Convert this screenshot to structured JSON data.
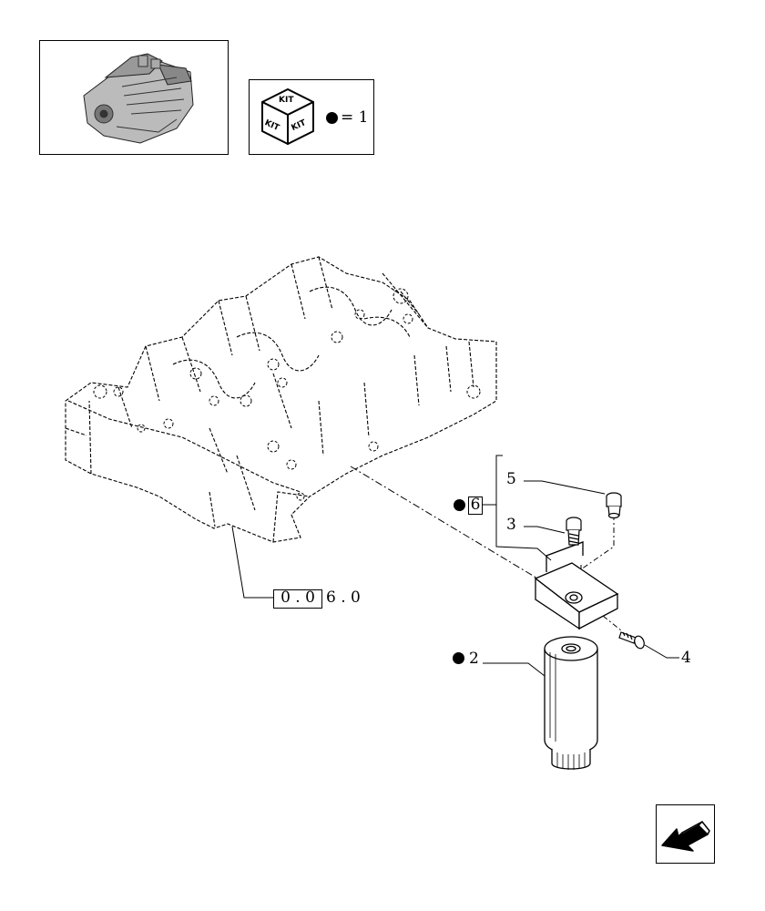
{
  "kit_legend": {
    "label_top": "KIT",
    "label_left": "KIT",
    "label_right": "KIT",
    "equals": "= 1"
  },
  "reference": {
    "boxed": "0 . 0",
    "rest": "6 . 0"
  },
  "callouts": [
    {
      "number": "5",
      "kit": false
    },
    {
      "number": "3",
      "kit": false
    },
    {
      "number": "6",
      "kit": true,
      "boxed": true
    },
    {
      "number": "2",
      "kit": true
    },
    {
      "number": "4",
      "kit": false
    }
  ],
  "icons": {
    "engine": "engine-thumbnail-icon",
    "kit": "kit-cube-icon",
    "nav": "next-page-arrow-icon"
  }
}
